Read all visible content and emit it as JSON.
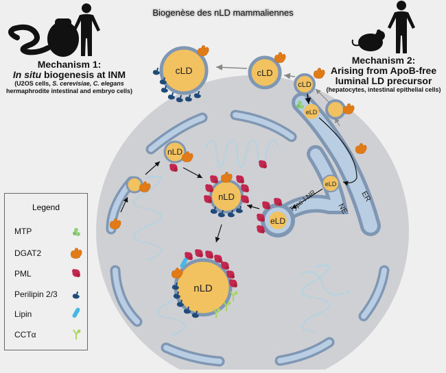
{
  "title": "Biogenèse des nLD mammaliennes",
  "mechanism1": {
    "heading_line1": "Mechanism 1:",
    "heading_italic": "In situ",
    "heading_rest": " biogenesis at INM",
    "sub_line1_plain": "(U2OS cells, ",
    "sub_line1_italic1": "S. cerevisiae, C. elegans",
    "sub_line2": "hermaphrodite intestinal and embryo cells)",
    "organisms": [
      "worm-icon",
      "yeast-icon",
      "human-icon"
    ]
  },
  "mechanism2": {
    "heading_line1": "Mechanism 2:",
    "heading_line2": "Arising from ApoB-free",
    "heading_line3": "luminal LD precursor",
    "sub": "(hepatocytes, intestinal epithelial cells)",
    "organisms": [
      "mouse-icon",
      "human-icon"
    ]
  },
  "legend": {
    "title": "Legend",
    "items": [
      {
        "label": "MTP",
        "color": "#8fd17a"
      },
      {
        "label": "DGAT2",
        "color": "#e07b17"
      },
      {
        "label": "PML",
        "color": "#c2284f"
      },
      {
        "label": "Perilipin 2/3",
        "color": "#1f4a7a"
      },
      {
        "label": "Lipin",
        "color": "#45b8e3"
      },
      {
        "label": "CCTα",
        "color": "#a9d65a"
      }
    ]
  },
  "labels": {
    "cld": "cLD",
    "nld": "nLD",
    "eld": "eLD",
    "type1nr": "Type-I NR",
    "er": "ER",
    "ne": "NE"
  },
  "colors": {
    "background": "#efefef",
    "nucleoplasm": "#cfd0d4",
    "membrane": "#7f97b3",
    "lumen": "#b9cde3",
    "lipid": "#f2c160",
    "chromatin": "#a9d3e6"
  }
}
